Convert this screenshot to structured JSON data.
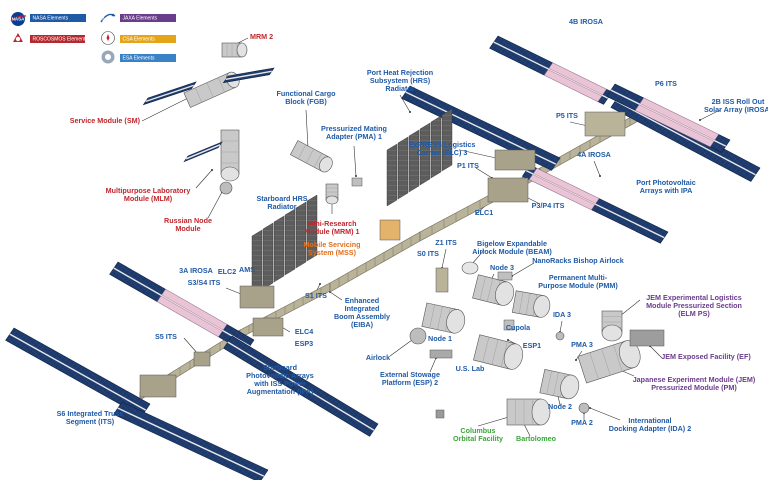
{
  "colors": {
    "nasa": "#1f5aa6",
    "roscosmos": "#b5282e",
    "jaxa": "#6b3c8c",
    "csa": "#e6a419",
    "esa": "#3a82c6",
    "nasa_label": "#1f5aa6",
    "roscosmos_label": "#c0262d",
    "jaxa_label": "#6b3c8c",
    "esa_label": "#3aa63a",
    "csa_label": "#e36f1e",
    "panel": "#1d3a6b",
    "irosa": "#e9c4d6",
    "truss": "#b9b39a",
    "module": "#c9c9c9",
    "line": "#333333"
  },
  "legend": [
    {
      "key": "nasa",
      "text": "NASA Elements",
      "logo": "NASA",
      "logo_icon": "nasa-logo-icon"
    },
    {
      "key": "roscosmos",
      "text": "ROSCOSMOS Elements",
      "logo": "",
      "logo_icon": "roscosmos-logo-icon"
    },
    {
      "key": "jaxa",
      "text": "JAXA Elements",
      "logo": "JAXA",
      "logo_icon": "jaxa-logo-icon"
    },
    {
      "key": "csa",
      "text": "CSA Elements",
      "logo": "",
      "logo_icon": "csa-logo-icon"
    },
    {
      "key": "esa",
      "text": "ESA Elements",
      "logo": "",
      "logo_icon": "esa-logo-icon"
    }
  ],
  "labels": [
    {
      "id": "mrm2",
      "lines": [
        "MRM 2"
      ],
      "agency": "roscosmos"
    },
    {
      "id": "service-module",
      "lines": [
        "Service Module (SM)"
      ],
      "agency": "roscosmos"
    },
    {
      "id": "fgb",
      "lines": [
        "Functional Cargo",
        "Block (FGB)"
      ],
      "agency": "nasa"
    },
    {
      "id": "pma1",
      "lines": [
        "Pressurized Mating",
        "Adapter (PMA) 1"
      ],
      "agency": "nasa"
    },
    {
      "id": "port-hrs",
      "lines": [
        "Port Heat Rejection",
        "Subsystem (HRS)",
        "Radiator"
      ],
      "agency": "nasa"
    },
    {
      "id": "elc3",
      "lines": [
        "ExPRESS Logistics",
        "Carrier (ELC) 3"
      ],
      "agency": "nasa"
    },
    {
      "id": "irosa-4b",
      "lines": [
        "4B IROSA"
      ],
      "agency": "nasa"
    },
    {
      "id": "p6",
      "lines": [
        "P6 ITS"
      ],
      "agency": "nasa"
    },
    {
      "id": "p5",
      "lines": [
        "P5 ITS"
      ],
      "agency": "nasa"
    },
    {
      "id": "irosa-2b",
      "lines": [
        "2B ISS Roll Out",
        "Solar Array (IROSA)"
      ],
      "agency": "nasa"
    },
    {
      "id": "irosa-4a",
      "lines": [
        "4A IROSA"
      ],
      "agency": "nasa"
    },
    {
      "id": "p1",
      "lines": [
        "P1 ITS"
      ],
      "agency": "nasa"
    },
    {
      "id": "port-pv",
      "lines": [
        "Port Photovoltaic",
        "Arrays with IPA"
      ],
      "agency": "nasa"
    },
    {
      "id": "p3p4",
      "lines": [
        "P3/P4 ITS"
      ],
      "agency": "nasa"
    },
    {
      "id": "elc1",
      "lines": [
        "ELC1"
      ],
      "agency": "nasa"
    },
    {
      "id": "mlm",
      "lines": [
        "Multipurpose Laboratory",
        "Module (MLM)"
      ],
      "agency": "roscosmos"
    },
    {
      "id": "russian-node",
      "lines": [
        "Russian Node",
        "Module"
      ],
      "agency": "roscosmos"
    },
    {
      "id": "stbd-hrs",
      "lines": [
        "Starboard HRS",
        "Radiator"
      ],
      "agency": "nasa"
    },
    {
      "id": "mrm1",
      "lines": [
        "Mini-Research",
        "Module (MRM) 1"
      ],
      "agency": "roscosmos"
    },
    {
      "id": "mss",
      "lines": [
        "Mobile Servicing",
        "System (MSS)"
      ],
      "agency": "csa"
    },
    {
      "id": "z1",
      "lines": [
        "Z1 ITS"
      ],
      "agency": "nasa"
    },
    {
      "id": "s0",
      "lines": [
        "S0 ITS"
      ],
      "agency": "nasa"
    },
    {
      "id": "beam",
      "lines": [
        "Bigelow Expandable",
        "Airlock Module (BEAM)"
      ],
      "agency": "nasa"
    },
    {
      "id": "nanoracks",
      "lines": [
        "NanoRacks Bishop Airlock"
      ],
      "agency": "nasa"
    },
    {
      "id": "node3",
      "lines": [
        "Node 3"
      ],
      "agency": "nasa"
    },
    {
      "id": "pmm",
      "lines": [
        "Permanent Multi-",
        "Purpose Module (PMM)"
      ],
      "agency": "nasa"
    },
    {
      "id": "irosa-3a",
      "lines": [
        "3A IROSA"
      ],
      "agency": "nasa"
    },
    {
      "id": "elc2",
      "lines": [
        "ELC2"
      ],
      "agency": "nasa"
    },
    {
      "id": "ams",
      "lines": [
        "AMS"
      ],
      "agency": "nasa"
    },
    {
      "id": "s3s4",
      "lines": [
        "S3/S4 ITS"
      ],
      "agency": "nasa"
    },
    {
      "id": "s1",
      "lines": [
        "S1 ITS"
      ],
      "agency": "nasa"
    },
    {
      "id": "eiba",
      "lines": [
        "Enhanced",
        "Integrated",
        "Boom Assembly",
        "(EIBA)"
      ],
      "agency": "nasa"
    },
    {
      "id": "elc4",
      "lines": [
        "ELC4"
      ],
      "agency": "nasa"
    },
    {
      "id": "esp3",
      "lines": [
        "ESP3"
      ],
      "agency": "nasa"
    },
    {
      "id": "s5",
      "lines": [
        "S5 ITS"
      ],
      "agency": "nasa"
    },
    {
      "id": "cupola",
      "lines": [
        "Cupola"
      ],
      "agency": "nasa"
    },
    {
      "id": "jem-elm",
      "lines": [
        "JEM Experimental Logistics",
        "Module Pressurized Section",
        "(ELM PS)"
      ],
      "agency": "jaxa"
    },
    {
      "id": "ida3",
      "lines": [
        "IDA 3"
      ],
      "agency": "nasa"
    },
    {
      "id": "node1",
      "lines": [
        "Node 1"
      ],
      "agency": "nasa"
    },
    {
      "id": "esp1",
      "lines": [
        "ESP1"
      ],
      "agency": "nasa"
    },
    {
      "id": "pma3",
      "lines": [
        "PMA 3"
      ],
      "agency": "nasa"
    },
    {
      "id": "jem-ef",
      "lines": [
        "JEM Exposed Facility (EF)"
      ],
      "agency": "jaxa"
    },
    {
      "id": "airlock",
      "lines": [
        "Airlock"
      ],
      "agency": "nasa"
    },
    {
      "id": "us-lab",
      "lines": [
        "U.S. Lab"
      ],
      "agency": "nasa"
    },
    {
      "id": "esp2",
      "lines": [
        "External Stowage",
        "Platform (ESP) 2"
      ],
      "agency": "nasa"
    },
    {
      "id": "jem-pm",
      "lines": [
        "Japanese Experiment Module (JEM)",
        "Pressurized Module (PM)"
      ],
      "agency": "jaxa"
    },
    {
      "id": "stbd-pv",
      "lines": [
        "Starboard",
        "Photovoltaic Arrays",
        "with ISS Power",
        "Augmentation (IPA)"
      ],
      "agency": "nasa"
    },
    {
      "id": "s6",
      "lines": [
        "S6 Integrated Truss",
        "Segment (ITS)"
      ],
      "agency": "nasa"
    },
    {
      "id": "node2",
      "lines": [
        "Node 2"
      ],
      "agency": "nasa"
    },
    {
      "id": "pma2",
      "lines": [
        "PMA 2"
      ],
      "agency": "nasa"
    },
    {
      "id": "ida2",
      "lines": [
        "International",
        "Docking Adapter (IDA) 2"
      ],
      "agency": "nasa"
    },
    {
      "id": "columbus",
      "lines": [
        "Columbus",
        "Orbital Facility"
      ],
      "agency": "esa"
    },
    {
      "id": "bartolomeo",
      "lines": [
        "Bartolomeo"
      ],
      "agency": "esa"
    }
  ]
}
